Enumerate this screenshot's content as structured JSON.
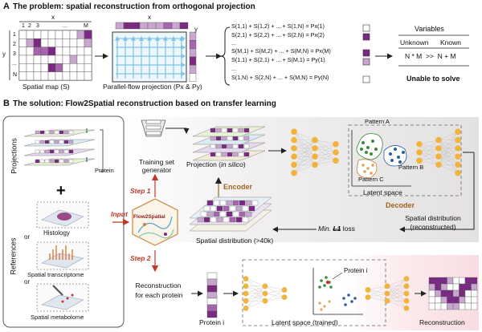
{
  "panel_a": {
    "letter": "A",
    "title": "The problem: spatial reconstruction from orthogonal projection",
    "axis_x": "x",
    "axis_y": "y",
    "col_labels": [
      "1",
      "2",
      "3",
      "...",
      "M"
    ],
    "row_labels": [
      "1",
      "2",
      "3",
      "...",
      "N"
    ],
    "spatial_map_label": "Spatial map (S)",
    "projection_label": "Parallel-flow projection (Px & Py)",
    "proj_x_axis": "x",
    "proj_y_axis": "y",
    "equations": [
      "S(1,1) + S(1,2) + ... + S(1,N) = Px(1)",
      "S(2,1) + S(2,2) + ... + S(2,N) = Px(2)",
      "...",
      "S(M,1) + S(M,2) + ... + S(M,N) = Px(M)",
      "S(1,1) + S(2,1) + ... + S(M,1) = Py(1)",
      "...",
      "S(1,N) + S(2,N) + ... + S(M,N) = Py(N)"
    ],
    "variables_title": "Variables",
    "unknown_label": "Unknown",
    "known_label": "Known",
    "comparison": "N * M  >>  N + M",
    "conclusion": "Unable to solve"
  },
  "panel_b": {
    "letter": "B",
    "title": "The solution: Flow2Spatial reconstruction based on transfer learning",
    "projections_label": "Projections",
    "references_label": "References",
    "protein_label": "Protein",
    "plus": "+",
    "or_1": "or",
    "or_2": "or",
    "histology": "Histology",
    "spatial_transcriptome": "Spatial transcriptome",
    "spatial_metabolome": "Spatial metabolome",
    "training_set_generator": "Training set generator",
    "step1": "Step 1",
    "step2": "Step 2",
    "input": "Input",
    "flow2spatial": "Flow2Spatial",
    "projection_in_silico_a": "Projection (",
    "projection_in_silico_b": "in silico",
    "projection_in_silico_c": ")",
    "encoder": "Encoder",
    "decoder": "Decoder",
    "pattern_a": "Pattern A",
    "pattern_b": "Pattern B",
    "pattern_c": "Pattern C",
    "latent_space": "Latent space",
    "spatial_distribution_recon_1": "Spatial distribution",
    "spatial_distribution_recon_2": "(reconstructed)",
    "min_l1_a": "Min.",
    "min_l1_b": "L1",
    "min_l1_c": "loss",
    "spatial_distribution_count": "Spatial distribution (>40k)",
    "reconstruction_each_1": "Reconstruction",
    "reconstruction_each_2": "for each protein",
    "protein_i": "Protein i",
    "protein_i_callout": "Protein i",
    "latent_space_trained": "Latent space (trained)",
    "reconstruction": "Reconstruction"
  },
  "colors": {
    "purple": "#7b2a83",
    "light_purple": "#c9a6cf",
    "mid_purple": "#a666ad",
    "node_orange": "#f0b43c",
    "red": "#c0392b",
    "brown": "#a0651e",
    "arrow_blue": "#7fc4e6",
    "pink_bg": "#fae6ea",
    "gray_bg": "#e9e7e7"
  }
}
